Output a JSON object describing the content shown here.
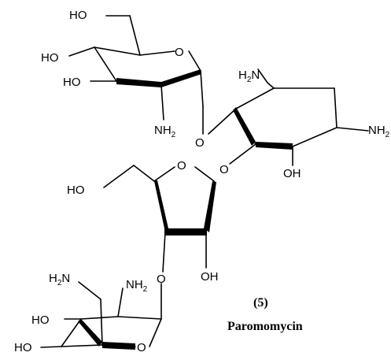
{
  "labels": {
    "ho_c6": "HO",
    "ho_c4": "HO",
    "ho_c3": "HO",
    "o_ring_a": "O",
    "nh2_a": "NH",
    "nh2_a_sub": "2",
    "o_link_ab": "O",
    "h2n_b": "H",
    "h2n_b_sub": "2",
    "h2n_b_n": "N",
    "nh2_b": "NH",
    "nh2_b_sub": "2",
    "o_link_bc": "O",
    "oh_b": "OH",
    "o_ring_c": "O",
    "ho_c5": "HO",
    "o_link_cd": "O",
    "oh_c": "OH",
    "h2n_d": "H",
    "h2n_d_sub": "2",
    "h2n_d_n": "N",
    "nh2_d": "NH",
    "nh2_d_sub": "2",
    "ho_d4": "HO",
    "ho_d3": "HO",
    "o_ring_d": "O"
  },
  "caption": {
    "number": "(5)",
    "name": "Paromomycin"
  }
}
